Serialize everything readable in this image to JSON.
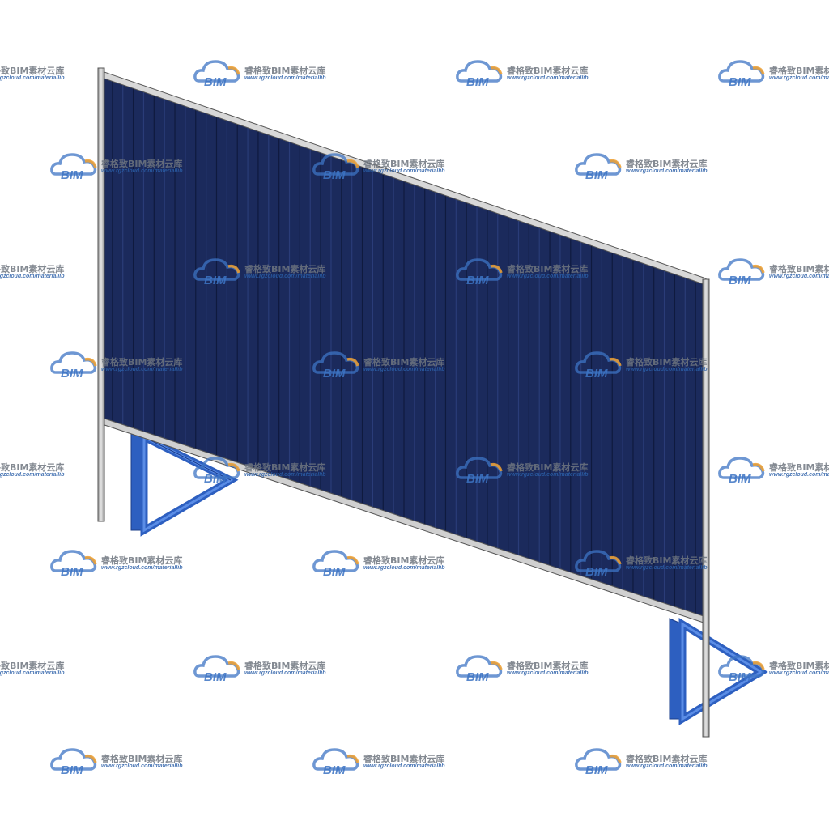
{
  "drawing": {
    "subject": "construction hoarding fence panel",
    "panel_color": "#1b2a5c",
    "panel_rib_color": "#0f1a3e",
    "post_color": "#c8c8c8",
    "support_color": "#3a6fd1"
  },
  "watermark": {
    "logo_text": "BIM",
    "title": "睿格致BIM素材云库",
    "url": "www.rgzcloud.com/materiallib",
    "logo_color": "#3d74c4",
    "logo_accent": "#f0a030"
  }
}
